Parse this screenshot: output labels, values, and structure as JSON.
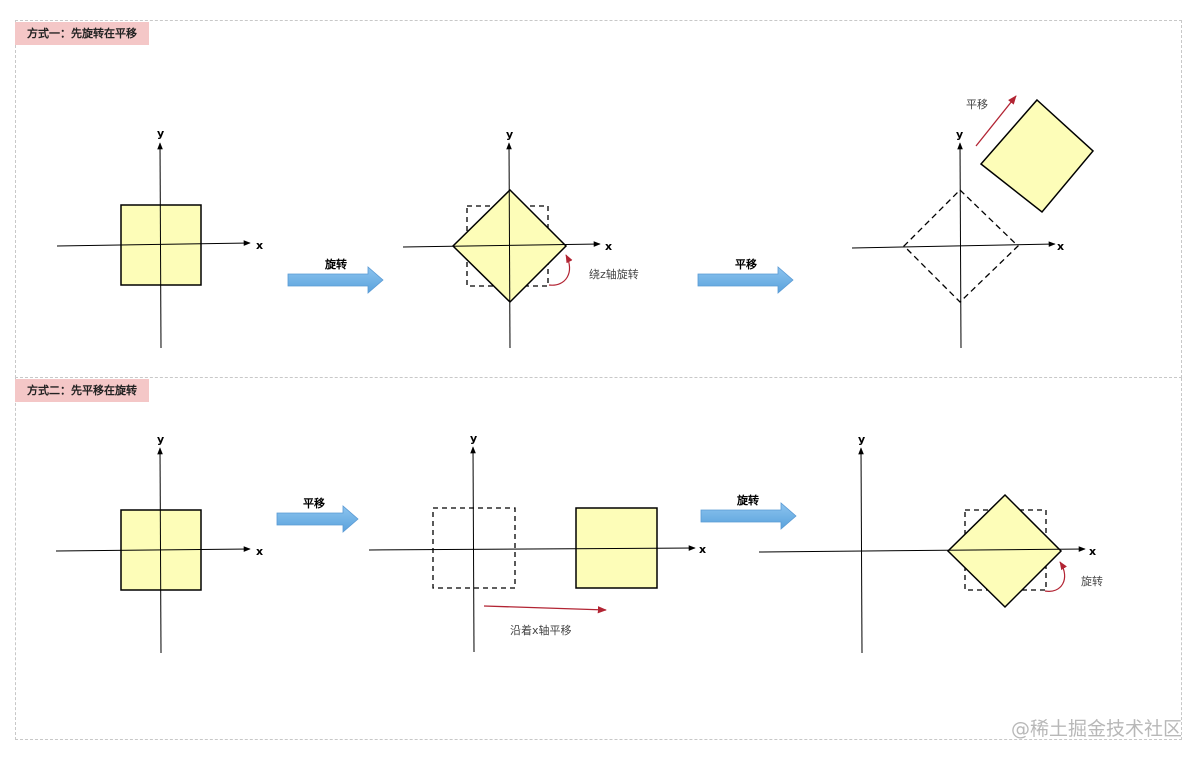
{
  "sections": [
    {
      "label": "方式一：先旋转在平移"
    },
    {
      "label": "方式二：先平移在旋转"
    }
  ],
  "axis": {
    "x": "x",
    "y": "y"
  },
  "annotations": {
    "rotate_arrow": "旋转",
    "translate_arrow": "平移",
    "rotate_around_z": "绕z轴旋转",
    "translate_small": "平移",
    "translate_along_x": "沿着x轴平移",
    "rotate_small": "旋转"
  },
  "watermark": "@稀土掘金技术社区",
  "colors": {
    "square_fill": "#fdfdb8",
    "big_arrow": "#6eb0e6",
    "red_arrow": "#b22433",
    "label_bg": "#f4c7c7"
  }
}
